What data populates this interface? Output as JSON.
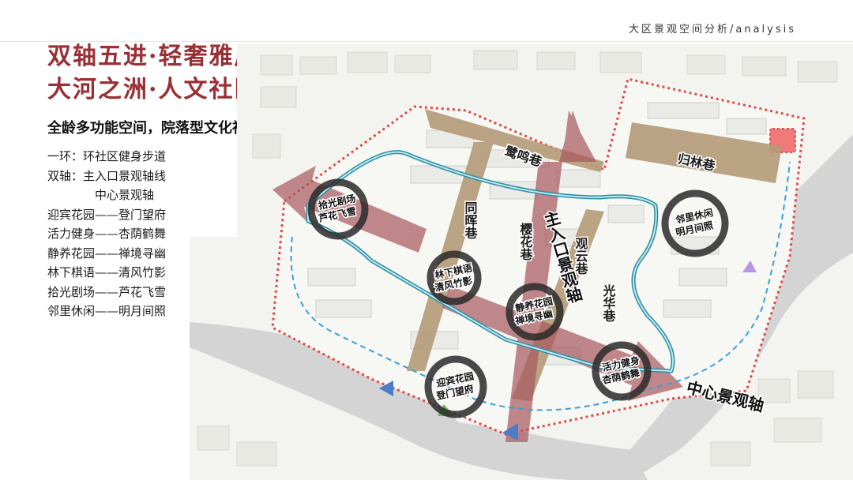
{
  "header": {
    "title": "大区景观空间分析/analysis"
  },
  "headline": {
    "line1": "双轴五进·轻奢雅居",
    "line2": "大河之洲·人文社区"
  },
  "subtitle": "全龄多功能空间，院落型文化社区",
  "legend": [
    {
      "label": "一环：环社区健身步道"
    },
    {
      "label": "双轴：主入口景观轴线"
    },
    {
      "label": "中心景观轴"
    },
    {
      "label": "迎宾花园——登门望府"
    },
    {
      "label": "活力健身——杏荫鹤舞"
    },
    {
      "label": "静养花园——禅境寻幽"
    },
    {
      "label": "林下棋语——清风竹影"
    },
    {
      "label": "拾光剧场——芦花飞雪"
    },
    {
      "label": "邻里休闲——明月间照"
    }
  ],
  "map": {
    "lanes": {
      "lumingxiang": "鹭鸣巷",
      "guilinxiang": "归林巷",
      "tongzuixiang": "同晖巷",
      "yinghuaxiang": "樱花巷",
      "guanyunxiang": "观云巷",
      "guanghuaxiang": "光华巷"
    },
    "axes": {
      "main_entry_axis": "主入口景观轴",
      "central_axis": "中心景观轴"
    },
    "nodes": {
      "shiguang_1": "拾光剧场",
      "shiguang_2": "芦花飞雪",
      "linxia_1": "林下棋语",
      "linxia_2": "清风竹影",
      "jingyang_1": "静养花园",
      "jingyang_2": "禅境寻幽",
      "huoli_1": "活力健身",
      "huoli_2": "杏荫鹤舞",
      "yingbin_1": "迎宾花园",
      "yingbin_2": "登门望府",
      "linli_1": "邻里休闲",
      "linli_2": "明月间照"
    }
  },
  "colors": {
    "accent": "#9a2f35",
    "axis": "#a8575e",
    "loop": "#2b8fa3",
    "lane": "#b49a78",
    "boundary": "#e04a4a"
  }
}
